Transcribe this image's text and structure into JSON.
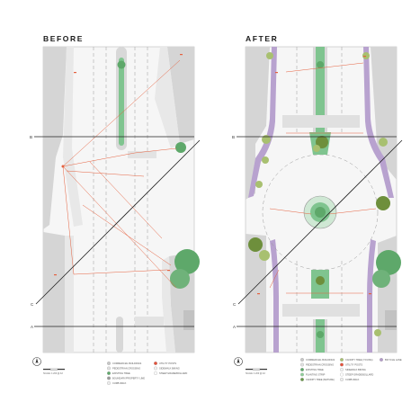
{
  "panels": {
    "before": {
      "title": "BEFORE"
    },
    "after": {
      "title": "AFTER"
    }
  },
  "section_markers": {
    "b": "B",
    "c": "C",
    "a": "A"
  },
  "scale_label": "SCALE: 1:200 @ A3",
  "legend": {
    "before": [
      {
        "label": "COMMERCIAL BUILDINGS",
        "swatch": "#c8c8c8",
        "shape": "circle"
      },
      {
        "label": "PEDESTRIAN CROSSING",
        "swatch": "#e0e0e0",
        "shape": "circle"
      },
      {
        "label": "EXISTING TREE",
        "swatch": "#5ea86a",
        "shape": "circle"
      },
      {
        "label": "BOUNDARY/PROPERTY LINE",
        "swatch": "#9a9a9a",
        "shape": "circle"
      },
      {
        "label": "CURB WALK",
        "swatch": "#ededed",
        "shape": "circle"
      },
      {
        "label": "UTILITY POSTS",
        "swatch": "#e5513a",
        "shape": "circle"
      },
      {
        "label": "SIDEWALK BIKING",
        "swatch": "#f2f2f2",
        "shape": "circle"
      },
      {
        "label": "STEEP GRADE/BOLLARD",
        "swatch": "#ffffff",
        "shape": "circle"
      }
    ],
    "after": [
      {
        "label": "COMMERCIAL BUILDINGS",
        "swatch": "#c8c8c8",
        "shape": "circle"
      },
      {
        "label": "PEDESTRIAN CROSSING",
        "swatch": "#e0e0e0",
        "shape": "circle"
      },
      {
        "label": "EXISTING TREE",
        "swatch": "#5ea86a",
        "shape": "circle"
      },
      {
        "label": "PLANTING STRIP",
        "swatch": "#8fcf9a",
        "shape": "circle"
      },
      {
        "label": "CANOPY TREE (MATURE)",
        "swatch": "#6a9a4a",
        "shape": "circle"
      },
      {
        "label": "CANOPY TREE (YOUNG)",
        "swatch": "#a8c070",
        "shape": "circle"
      },
      {
        "label": "UTILITY POSTS",
        "swatch": "#e5513a",
        "shape": "circle"
      },
      {
        "label": "SIDEWALK BIKING",
        "swatch": "#f2f2f2",
        "shape": "circle"
      },
      {
        "label": "STEEP GRADE/BOLLARD",
        "swatch": "#ffffff",
        "shape": "circle"
      },
      {
        "label": "CURB WALK",
        "swatch": "#ededed",
        "shape": "circle"
      },
      {
        "label": "BICYCLE LANE",
        "swatch": "#b39ac9",
        "shape": "circle"
      }
    ]
  },
  "colors": {
    "building": "#d3d3d3",
    "sidewalk": "#ebebeb",
    "road": "#f6f6f6",
    "median_green": "#7fc48f",
    "tree_green": "#5ea86a",
    "tree_dark": "#6e8f3c",
    "bike_lane": "#b8a2cf",
    "sightline": "#e5613f",
    "section_line": "#222222",
    "lane_marking": "#9a9a9a"
  }
}
